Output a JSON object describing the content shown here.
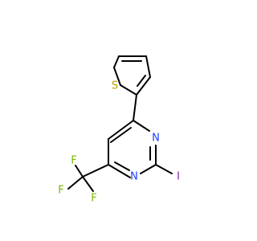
{
  "molecule": {
    "atoms": [
      {
        "id": "S1",
        "symbol": "S",
        "color": "#b8a000"
      },
      {
        "id": "N1",
        "symbol": "N",
        "color": "#1f3cff"
      },
      {
        "id": "N2",
        "symbol": "N",
        "color": "#1f3cff"
      },
      {
        "id": "I1",
        "symbol": "I",
        "color": "#8a1fa8"
      },
      {
        "id": "F1",
        "symbol": "F",
        "color": "#7ab800"
      },
      {
        "id": "F2",
        "symbol": "F",
        "color": "#7ab800"
      },
      {
        "id": "F3",
        "symbol": "F",
        "color": "#7ab800"
      }
    ]
  }
}
